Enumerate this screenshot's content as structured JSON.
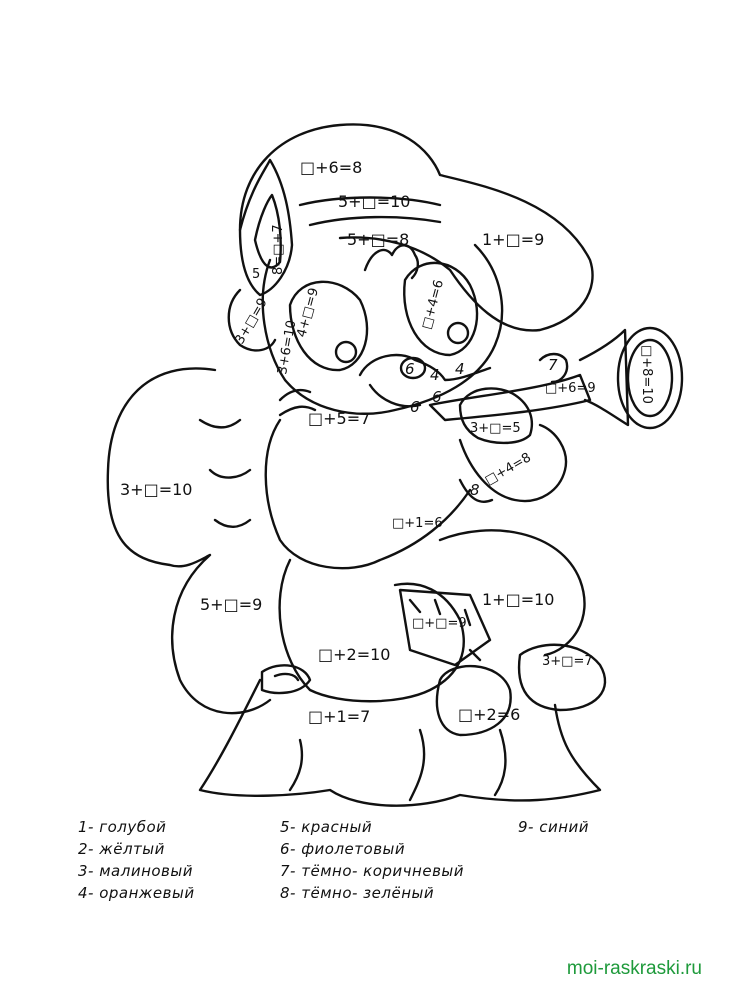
{
  "equations": {
    "hat_top": "□+6=8",
    "hat_band": "5+□=10",
    "hat_right": "1+□=9",
    "forehead": "5+□=8",
    "ear_inner": "8=□+7",
    "ear_tip": "5",
    "cheek_left": "3+□=9",
    "face_left": "3+6=10",
    "eye_left": "4+□=9",
    "eye_right": "□+4=6",
    "chin": "□+5=7",
    "paw": "3+□=5",
    "trumpet_stem": "□+6=9",
    "trumpet_bell": "□+8=10",
    "arm": "□+4=8",
    "belly": "□+1=6",
    "tail_top": "3+□=10",
    "tail_bottom": "5+□=9",
    "leg_right": "1+□=10",
    "patch": "□+□=9",
    "leg_left": "□+2=10",
    "foot": "3+□=7",
    "boot": "□+2=6",
    "stump": "□+1=7"
  },
  "digits": {
    "nose_1": "6",
    "nose_2": "4",
    "nose_3": "4",
    "mouth_1": "6",
    "mouth_2": "6",
    "hand": "7",
    "sleeve": "8"
  },
  "legend": [
    "1- голубой",
    "2- жёлтый",
    "3- малиновый",
    "4- оранжевый",
    "5- красный",
    "6- фиолетовый",
    "7- тёмно- коричневый",
    "8- тёмно- зелёный",
    "9- синий"
  ],
  "watermark": "moi-raskraski.ru",
  "colors": {
    "line": "#111111",
    "watermark": "#1e9a3b"
  }
}
